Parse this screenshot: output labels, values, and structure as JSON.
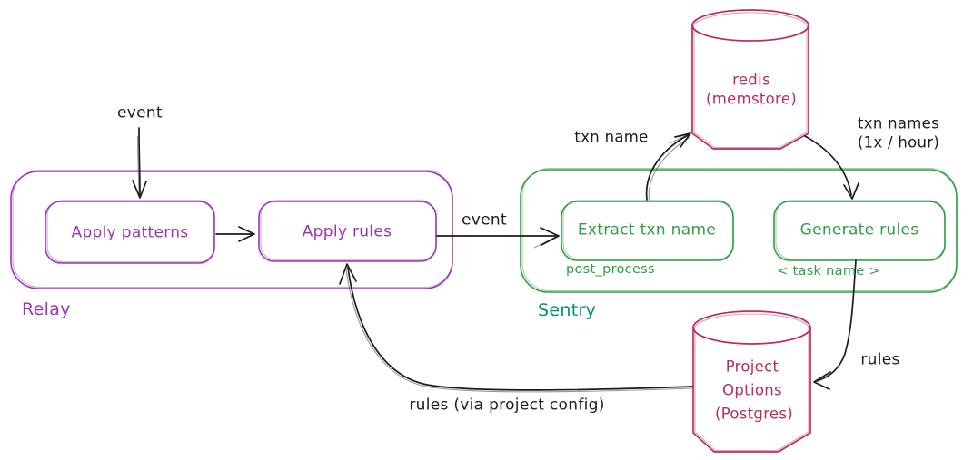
{
  "diagram": {
    "relay": {
      "title": "Relay",
      "boxes": [
        {
          "label": "Apply patterns"
        },
        {
          "label": "Apply rules"
        }
      ]
    },
    "sentry": {
      "title": "Sentry",
      "boxes": [
        {
          "label": "Extract txn name",
          "sublabel": "post_process"
        },
        {
          "label": "Generate rules",
          "sublabel": "< task name >"
        }
      ]
    },
    "stores": {
      "redis": {
        "line1": "redis",
        "line2": "(memstore)"
      },
      "project_options": {
        "line1": "Project",
        "line2": "Options",
        "line3": "(Postgres)"
      }
    },
    "edge_labels": {
      "event_top": "event",
      "event_mid": "event",
      "txn_name": "txn name",
      "txn_names_line1": "txn names",
      "txn_names_line2": "(1x / hour)",
      "rules": "rules",
      "rules_via": "rules (via project config)"
    },
    "colors": {
      "purple": "#9c36b5",
      "green": "#2f9e44",
      "teal": "#099268",
      "crimson": "#bb2d5c",
      "ink": "#1c1c1c",
      "background": "#ffffff"
    }
  }
}
